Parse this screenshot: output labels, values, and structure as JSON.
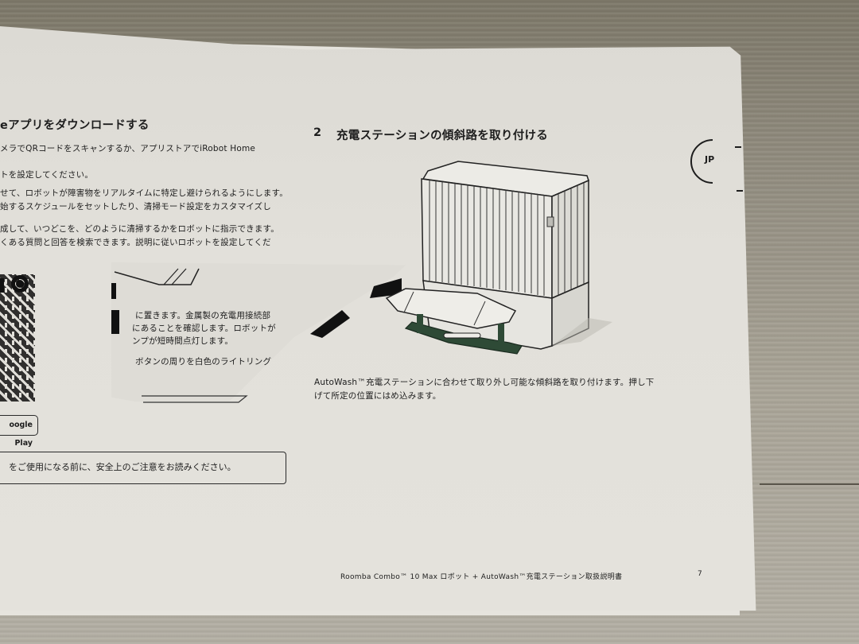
{
  "left_page": {
    "heading": "eアプリをダウンロードする",
    "intro": "メラでQRコードをスキャンするか、アプリストアでiRobot Home",
    "lines": [
      "トを設定してください。",
      "せて、ロボットが障害物をリアルタイムに特定し避けられるようにします。",
      "始するスケジュールをセットしたり、清掃モード設定をカスタマイズし",
      "成して、いつどこを、どのように清掃するかをロボットに指示できます。",
      "くある質問と回答を検索できます。説明に従いロボットを設定してくだ"
    ],
    "flap_lines": [
      "に置きます。金属製の充電用接続部",
      "にあることを確認します。ロボットが",
      "ンプが短時間点灯します。",
      "ボタンの周りを白色のライトリング"
    ],
    "store_button": "oogle Play",
    "notice": "をご使用になる前に、安全上のご注意をお読みください。",
    "qr_icon": "qr-code-icon",
    "logo_icon": "irobot-logo-icon"
  },
  "right_page": {
    "step_number": "2",
    "step_title": "充電ステーションの傾斜路を取り付ける",
    "description_line1": "AutoWash™充電ステーションに合わせて取り外し可能な傾斜路を取り付けます。押し下",
    "description_line2": "げて所定の位置にはめ込みます。",
    "illustration": "autowash-charging-station-with-ramp",
    "language_tab": "JP"
  },
  "footer": {
    "title": "Roomba Combo™ 10 Max ロボット + AutoWash™充電ステーション取扱説明書",
    "page_number": "7"
  },
  "colors": {
    "paper": "#e2e0da",
    "ink": "#1d1d1d",
    "ramp_green": "#2e4a36",
    "wood": "#a39e91"
  }
}
